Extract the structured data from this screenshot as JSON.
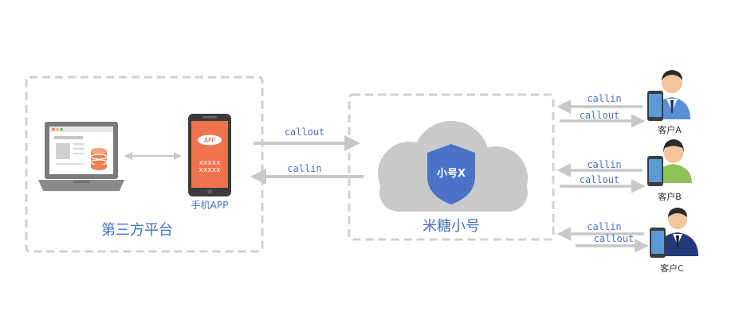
{
  "left_panel": {
    "title": "第三方平台",
    "app_label": "手机APP",
    "app_badge": "APP",
    "app_code_line1": "xxxxx",
    "app_code_line2": "xxxxx"
  },
  "center_panel": {
    "title": "米糖小号",
    "shield_label": "小号X"
  },
  "flows": {
    "callout": "callout",
    "callin": "callin"
  },
  "customers": [
    {
      "label": "客户A",
      "in": "callin",
      "out": "callout"
    },
    {
      "label": "客户B",
      "in": "callin",
      "out": "callout"
    },
    {
      "label": "客户C",
      "in": "callin",
      "out": "callout"
    }
  ],
  "colors": {
    "accent_blue": "#4472c4",
    "shield_blue": "#4a73c7",
    "phone_orange": "#f0734d",
    "cloud_gray": "#c9c9c9",
    "dash_gray": "#d0d0d0",
    "arrow_gray": "#c8c8c8"
  },
  "icons": [
    "laptop-icon",
    "database-icon",
    "phone-icon",
    "cloud-icon",
    "shield-icon",
    "customer-avatar-icon"
  ]
}
